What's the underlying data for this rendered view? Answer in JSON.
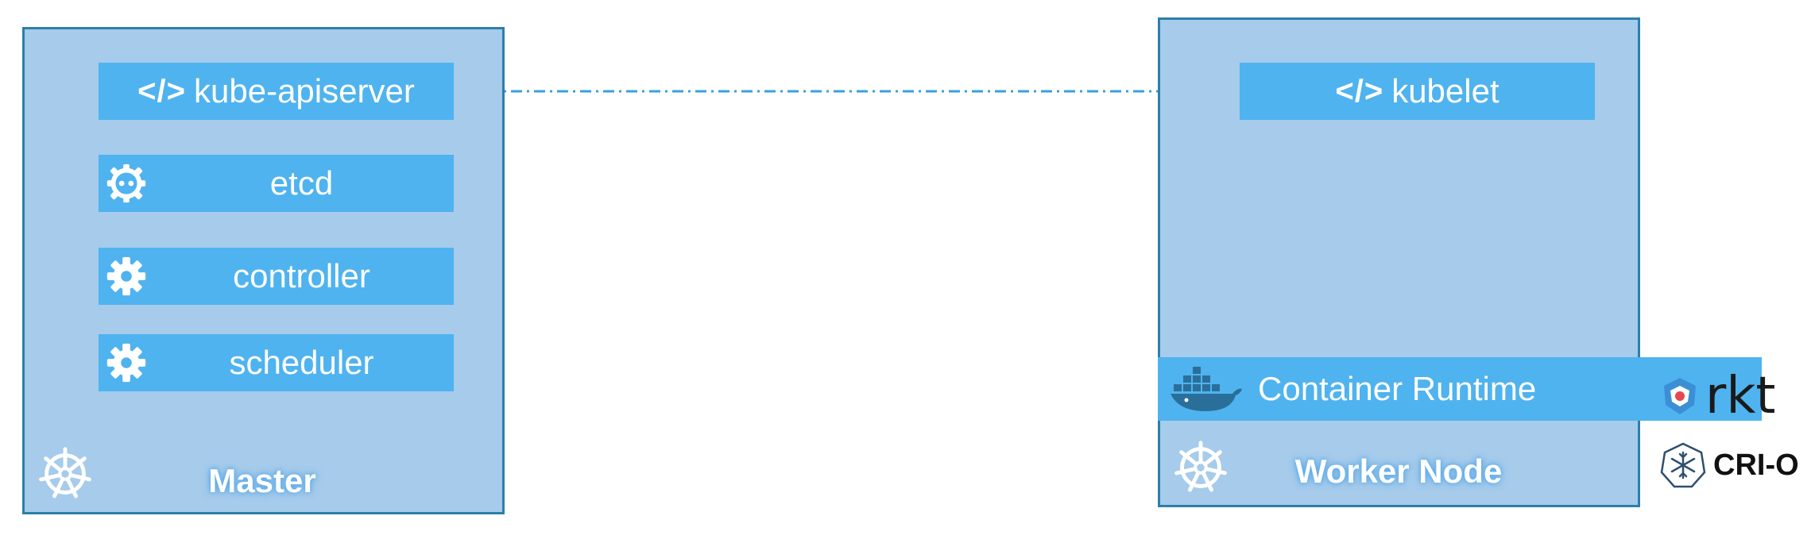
{
  "master": {
    "title": "Master",
    "components": [
      {
        "label": "kube-apiserver",
        "icon": "code-icon"
      },
      {
        "label": "etcd",
        "icon": "etcd-icon"
      },
      {
        "label": "controller",
        "icon": "gear-icon"
      },
      {
        "label": "scheduler",
        "icon": "gear-icon"
      }
    ]
  },
  "worker": {
    "title": "Worker Node",
    "kubelet": {
      "label": "kubelet",
      "icon": "code-icon"
    },
    "runtime": {
      "label": "Container Runtime",
      "icon": "docker-whale-icon"
    }
  },
  "code_glyph": "</>",
  "alternatives": {
    "rkt": "rkt",
    "crio": "CRI-O"
  },
  "colors": {
    "node_fill": "#a6cbeb",
    "node_border": "#2d7fa8",
    "component_fill": "#4fb3ef",
    "connector": "#3aa0e0"
  }
}
